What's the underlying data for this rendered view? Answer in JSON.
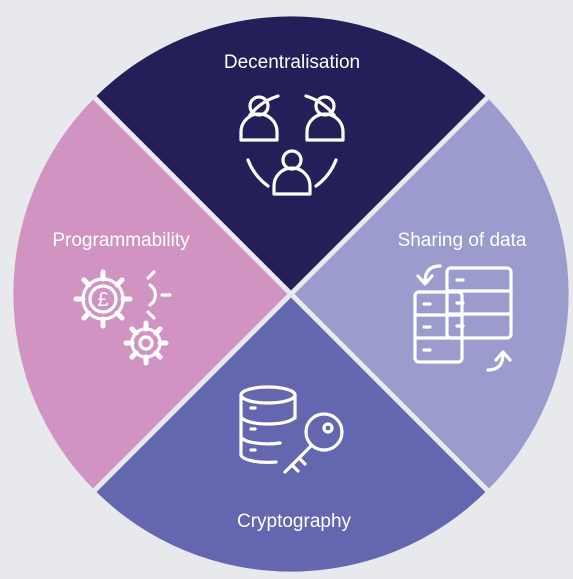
{
  "segments": [
    {
      "id": "decentralisation",
      "label": "Decentralisation",
      "color": "#241f59",
      "icon": "people-network-icon"
    },
    {
      "id": "sharing",
      "label": "Sharing of data",
      "color": "#9b9bcd",
      "icon": "database-sync-icon"
    },
    {
      "id": "cryptography",
      "label": "Cryptography",
      "color": "#6466b0",
      "icon": "database-key-icon"
    },
    {
      "id": "programmability",
      "label": "Programmability",
      "color": "#d193c2",
      "icon": "gears-pound-icon"
    }
  ],
  "background": "#e8e9ec",
  "separator_color": "#e8e9ec"
}
